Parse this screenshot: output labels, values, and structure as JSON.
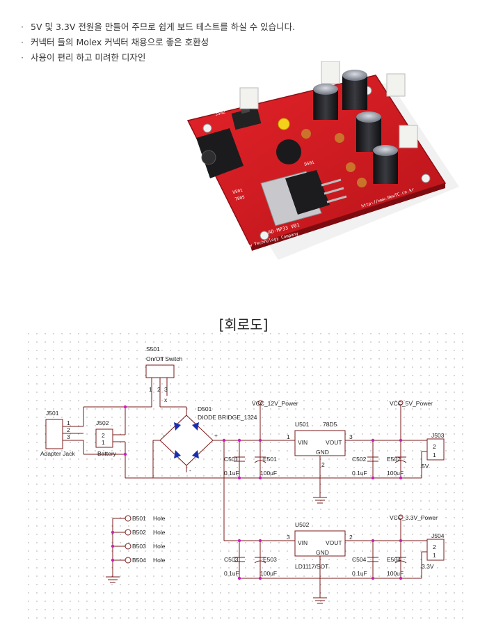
{
  "bullets": [
    "5V 및 3.3V 전원을 만들어 주므로 쉽게 보드 테스트를 하실 수 있습니다.",
    "커넥터 들의 Molex 커넥터 채용으로 좋은 호환성",
    "사용이 편리 하고 미려한 디자인"
  ],
  "bullet_marker": "·",
  "board": {
    "silkscreen": "AD-MP33 V01",
    "company": "New Technology Company",
    "url": "http://www.NewTC.co.kr",
    "u501_label": "U501",
    "part_7805": "7805",
    "d501_label": "D501",
    "j502_label": "J502"
  },
  "section_title": "[회로도]",
  "schematic": {
    "s501": "S501",
    "s501_desc": "On/Off Switch",
    "d501": "D501",
    "d501_desc": "DIODE BRIDGE_1324",
    "j501": "J501",
    "j501_desc": "Adapter Jack",
    "j502": "J502",
    "j502_desc": "Battery",
    "vcc12": "VCC_12V_Power",
    "vcc5": "VCC_5V_Power",
    "vcc33": "VCC_3.3V_Power",
    "u501": "U501",
    "u501_part": "78D5",
    "u502": "U502",
    "u502_part": "LD1117/SOT",
    "vin": "VIN",
    "vout": "VOUT",
    "gnd": "GND",
    "c501": "C501",
    "c501_val": "0.1uF",
    "e501": "E501",
    "e501_val": "100uF",
    "c502": "C502",
    "c502_val": "0.1uF",
    "e502": "E502",
    "e502_val": "100uF",
    "c503": "C503",
    "c503_val": "0.1uF",
    "e503": "E503",
    "e503_val": "100uF",
    "c504": "C504",
    "c504_val": "0.1uF",
    "e504": "E504",
    "e504_val": "100uF",
    "j503": "J503",
    "j503_val": "5V",
    "j504": "J504",
    "j504_val": "3.3V",
    "b501": "B501",
    "b502": "B502",
    "b503": "B503",
    "b504": "B504",
    "hole": "Hole",
    "pin1": "1",
    "pin2": "2",
    "pin3": "3",
    "plus": "+",
    "minus": "-",
    "x_mark": "x"
  }
}
